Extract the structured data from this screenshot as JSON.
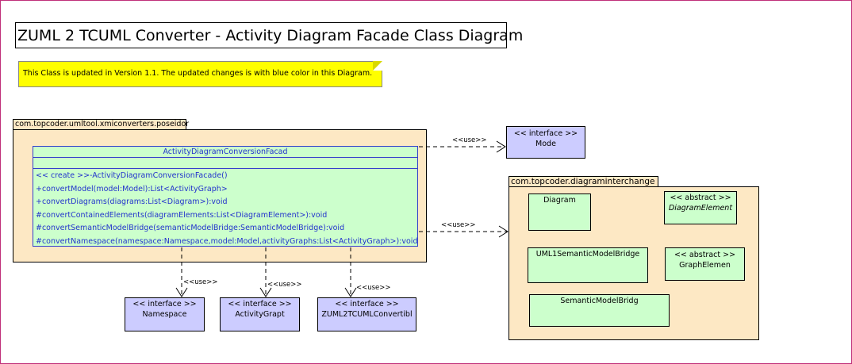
{
  "title": "ZUML 2 TCUML Converter - Activity Diagram Facade Class Diagram",
  "note": "This Class is updated in Version 1.1. The updated changes is with blue color in this Diagram.",
  "packages": {
    "poseidon": "com.topcoder.umltool.xmiconverters.poseidor",
    "diagraminterchange": "com.topcoder.diagraminterchange"
  },
  "facade": {
    "name": "ActivityDiagramConversionFacad",
    "operations": [
      "<< create >>-ActivityDiagramConversionFacade()",
      "+convertModel(model:Model):List<ActivityGraph>",
      "+convertDiagrams(diagrams:List<Diagram>):void",
      "#convertContainedElements(diagramElements:List<DiagramElement>):void",
      "#convertSemanticModelBridge(semanticModelBridge:SemanticModelBridge):void",
      "#convertNamespace(namespace:Namespace,model:Model,activityGraphs:List<ActivityGraph>):void"
    ]
  },
  "stereotypes": {
    "interface": "<< interface >>",
    "abstract": "<< abstract >>"
  },
  "interfaces": {
    "model": "Mode",
    "namespace": "Namespace",
    "activity_graph": "ActivityGrapt",
    "zuml_convertible": "ZUML2TCUMLConvertibl"
  },
  "dic_classes": {
    "diagram": "Diagram",
    "diagram_element": "DiagramElement",
    "uml1_bridge": "UML1SemanticModelBridge",
    "graph_element": "GraphElemen",
    "semantic_bridge": "SemanticModelBridg"
  },
  "use_label": "<<use>>",
  "colors": {
    "border": "#c0307a",
    "note": "#ffff00",
    "package": "#fde8c4",
    "class": "#ccffcc",
    "interface": "#ccccff",
    "updated": "#2233cc"
  }
}
